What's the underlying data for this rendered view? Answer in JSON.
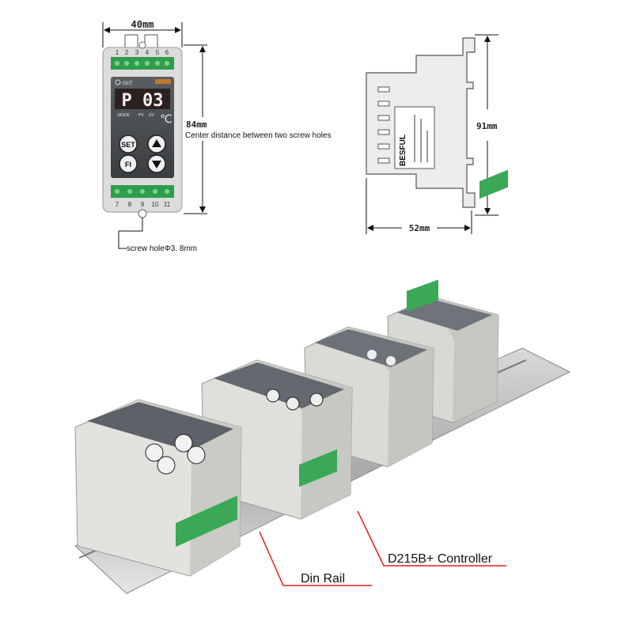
{
  "front_view": {
    "width_label": "40mm",
    "top_terminals": [
      "1",
      "2",
      "3",
      "4",
      "5",
      "6"
    ],
    "bottom_terminals": [
      "7",
      "8",
      "9",
      "10",
      "11"
    ],
    "out_label": "OUT",
    "display_text": "P 03",
    "mode_label": "MODE",
    "pv_label": "PV",
    "sv_label": "SV",
    "unit_label": "℃",
    "set_button": "SET",
    "fi_button": "FI",
    "height_label": "84mm",
    "screw_distance_label": "Center distance between two screw holes",
    "screw_hole_label": "screw holeΦ3. 8mm"
  },
  "side_view": {
    "brand_label": "BESFUL",
    "height_label": "91mm",
    "width_label": "52mm"
  },
  "photo": {
    "controller_label": "D215B+ Controller",
    "rail_label": "Din Rail",
    "callout_color": "#e02020",
    "terminal_color": "#3aa856"
  }
}
